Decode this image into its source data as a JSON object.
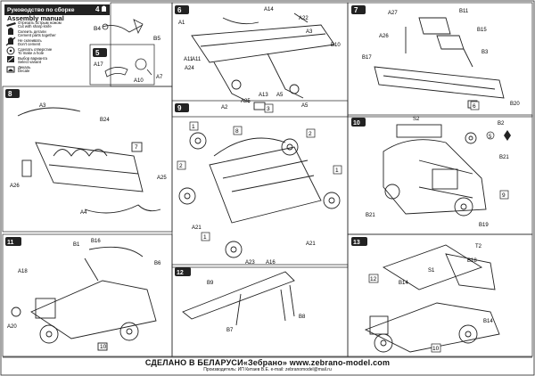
{
  "manual": {
    "title_ru": "Руководство по сборке",
    "title_en": "Assembly manual",
    "legend": [
      {
        "icon": "knife-icon",
        "ru": "Отрезать острым ножом",
        "en": "Cut with sharp knife"
      },
      {
        "icon": "glue-icon",
        "ru": "Склеить детали",
        "en": "Cement parts together"
      },
      {
        "icon": "no-glue-icon",
        "ru": "Не склеивать",
        "en": "Don't cement"
      },
      {
        "icon": "drill-icon",
        "ru": "Сделать отверстие",
        "en": "To make a hole"
      },
      {
        "icon": "choose-icon",
        "ru": "Выбор варианта",
        "en": "Select variant"
      },
      {
        "icon": "decal-icon",
        "ru": "Декаль",
        "en": "Decale"
      }
    ]
  },
  "steps": [
    {
      "num": "4",
      "labels": [
        "B4",
        "B5"
      ]
    },
    {
      "num": "5",
      "labels": [
        "A17",
        "A10",
        "A7"
      ]
    },
    {
      "num": "6",
      "labels": [
        "A1",
        "A11",
        "A14",
        "A22",
        "A3",
        "B10",
        "A11",
        "A24",
        "A2",
        "A25",
        "A13",
        "A5",
        "A5",
        "3"
      ]
    },
    {
      "num": "7",
      "labels": [
        "A27",
        "B11",
        "A26",
        "B15",
        "B3",
        "B17",
        "6",
        "B20"
      ]
    },
    {
      "num": "8",
      "labels": [
        "A3",
        "B24",
        "7",
        "A26",
        "A25",
        "A4"
      ]
    },
    {
      "num": "9",
      "labels": [
        "1",
        "8",
        "2",
        "2",
        "1",
        "A21",
        "1",
        "A23",
        "A16",
        "A21"
      ]
    },
    {
      "num": "10",
      "labels": [
        "S2",
        "B2",
        "5",
        "B21",
        "9",
        "B21",
        "B19",
        "T2"
      ]
    },
    {
      "num": "11",
      "labels": [
        "B1",
        "B16",
        "B6",
        "A18",
        "A20",
        "10"
      ]
    },
    {
      "num": "12",
      "labels": [
        "B9",
        "B7",
        "B8"
      ]
    },
    {
      "num": "13",
      "labels": [
        "B18",
        "12",
        "S1",
        "B14",
        "B14",
        "10"
      ]
    }
  ],
  "footer": {
    "made_in": "СДЕЛАНО В БЕЛАРУСИ«Зебрано» www.zebrano-model.com",
    "manufacturer": "Производитель: ИП Китаев В.Е.  e-mail: zebranomodel@mail.ru"
  }
}
